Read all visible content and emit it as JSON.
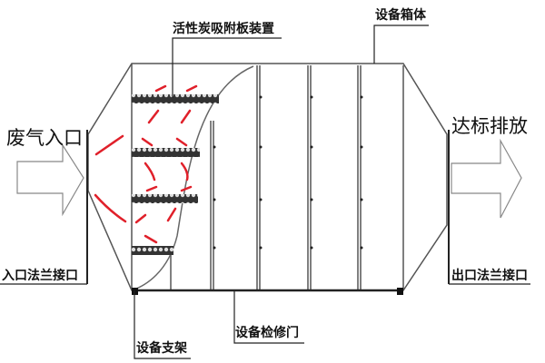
{
  "labels": {
    "inlet": "废气入口",
    "outlet": "达标排放",
    "inlet_flange": "入口法兰接口",
    "outlet_flange": "出口法兰接口",
    "carbon_plates": "活性炭吸附板装置",
    "housing": "设备箱体",
    "support": "设备支架",
    "service_door": "设备检修门"
  },
  "colors": {
    "line": "#444444",
    "airflow": "#e0202a",
    "plate": "#333333"
  }
}
